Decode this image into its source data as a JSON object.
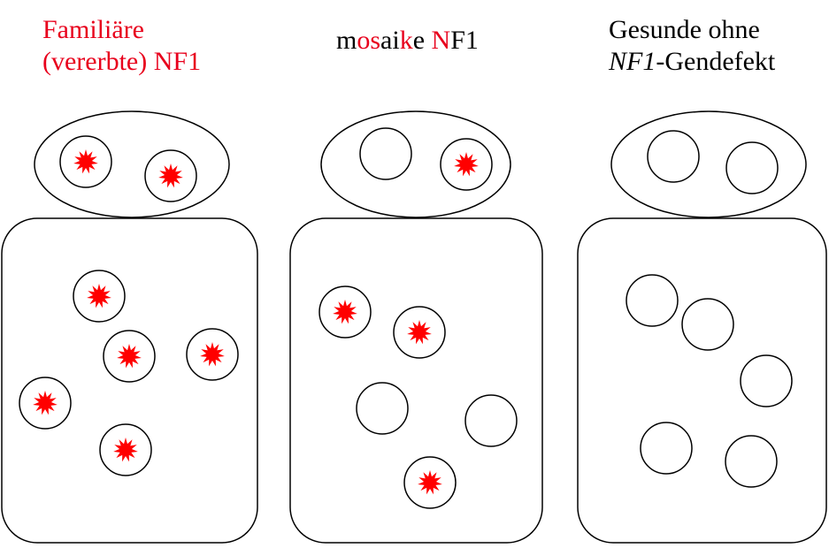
{
  "colors": {
    "mutation": "#ff0000",
    "outline": "#000000",
    "title_red": "#e8001c"
  },
  "columns": {
    "familial": {
      "title_line1": "Familiäre",
      "title_line2": "(vererbte) NF1",
      "germ_cells_mutated": [
        true,
        true
      ],
      "body_cells_mutated": [
        true,
        true,
        true,
        true,
        true
      ]
    },
    "mosaic": {
      "title_part1": "m",
      "title_part2": "os",
      "title_part3": "ai",
      "title_part4": "k",
      "title_part5": "e ",
      "title_part6": "N",
      "title_part7": "F1",
      "germ_cells_mutated": [
        false,
        true
      ],
      "body_cells_mutated": [
        true,
        true,
        false,
        false,
        true
      ]
    },
    "healthy": {
      "title_line1": "Gesunde ohne",
      "title_line2_italic": "NF1",
      "title_line2_rest": "-Gendefekt",
      "germ_cells_mutated": [
        false,
        false
      ],
      "body_cells_mutated": [
        false,
        false,
        false,
        false,
        false
      ]
    }
  }
}
